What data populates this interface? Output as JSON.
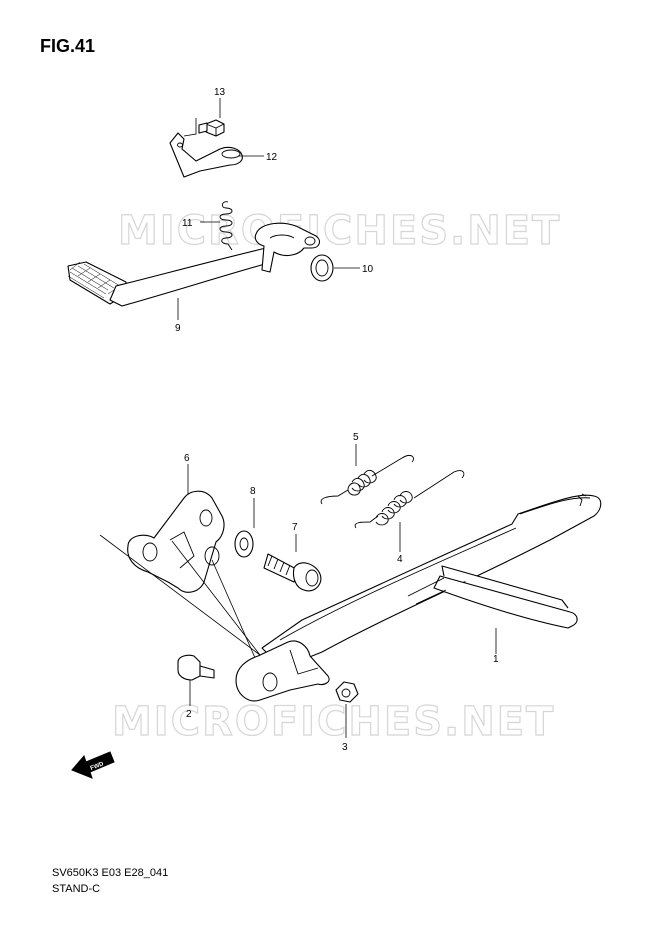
{
  "figure": {
    "title": "FIG.41",
    "watermark": "MICROFICHES.NET",
    "footer_code": "SV650K3 E03 E28_041",
    "footer_name": "STAND-C",
    "fwd_label": "FWD"
  },
  "callouts": [
    {
      "id": "1",
      "part": "stand"
    },
    {
      "id": "2",
      "part": "bolt"
    },
    {
      "id": "3",
      "part": "nut"
    },
    {
      "id": "4",
      "part": "spring"
    },
    {
      "id": "5",
      "part": "spring"
    },
    {
      "id": "6",
      "part": "bracket"
    },
    {
      "id": "7",
      "part": "bolt"
    },
    {
      "id": "8",
      "part": "washer"
    },
    {
      "id": "9",
      "part": "pedal"
    },
    {
      "id": "10",
      "part": "washer"
    },
    {
      "id": "11",
      "part": "spring"
    },
    {
      "id": "12",
      "part": "plate"
    },
    {
      "id": "13",
      "part": "bolt"
    }
  ]
}
